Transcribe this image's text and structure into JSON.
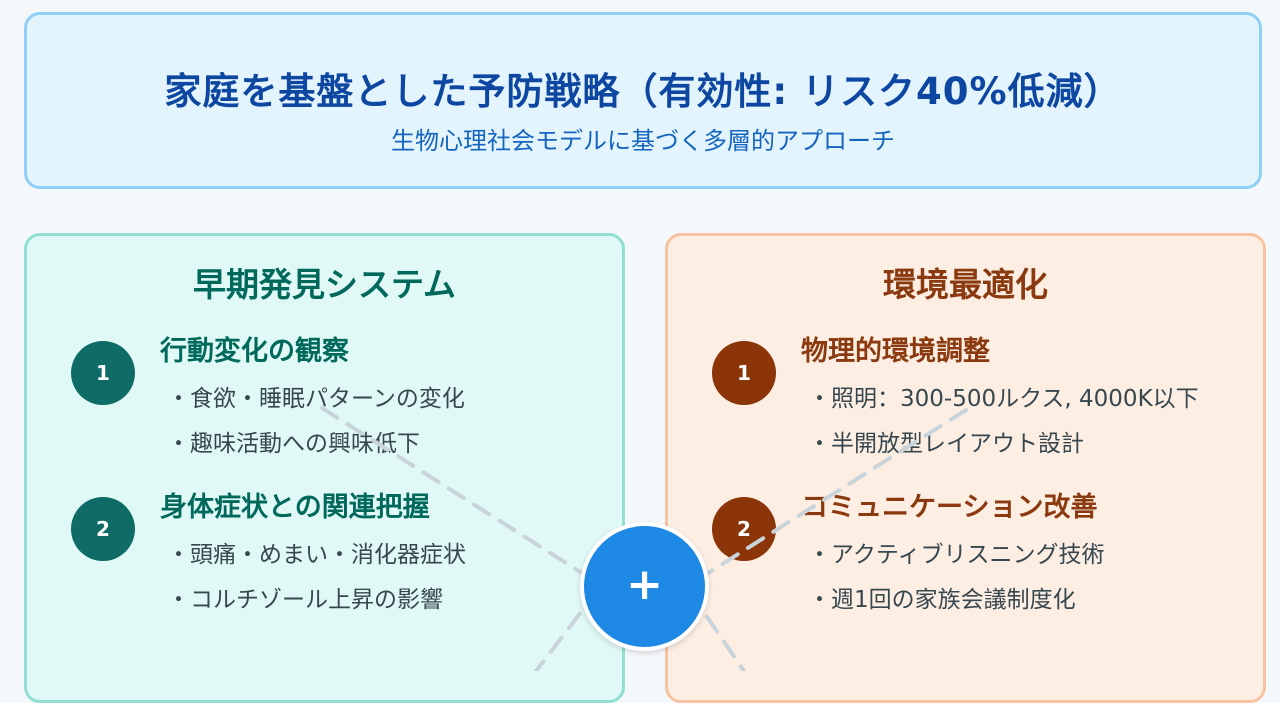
{
  "header": {
    "title": "家庭を基盤とした予防戦略（有効性: リスク40%低減）",
    "subtitle": "生物心理社会モデルに基づく多層的アプローチ"
  },
  "left_panel": {
    "title": "早期発見システム",
    "items": [
      {
        "number": "1",
        "title": "行動変化の観察",
        "bullets": [
          "・食欲・睡眠パターンの変化",
          "・趣味活動への興味低下"
        ]
      },
      {
        "number": "2",
        "title": "身体症状との関連把握",
        "bullets": [
          "・頭痛・めまい・消化器症状",
          "・コルチゾール上昇の影響"
        ]
      }
    ]
  },
  "right_panel": {
    "title": "環境最適化",
    "items": [
      {
        "number": "1",
        "title": "物理的環境調整",
        "bullets": [
          "・照明：300-500ルクス, 4000K以下",
          "・半開放型レイアウト設計"
        ]
      },
      {
        "number": "2",
        "title": "コミュニケーション改善",
        "bullets": [
          "・アクティブリスニング技術",
          "・週1回の家族会議制度化"
        ]
      }
    ]
  },
  "center_node": {
    "symbol": "+",
    "icon": "plus-icon"
  },
  "colors": {
    "header_title": "#0d47a1",
    "left_accent": "#00695c",
    "right_accent": "#8b3a0f",
    "center": "#1e88e5"
  }
}
